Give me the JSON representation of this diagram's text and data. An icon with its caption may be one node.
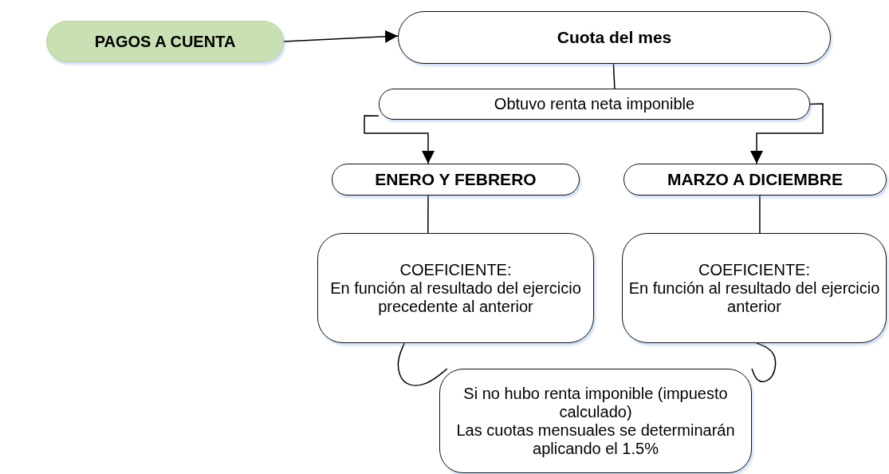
{
  "diagram": {
    "nodes": [
      {
        "text": [
          "PAGOS A CUENTA"
        ]
      },
      {
        "text": [
          "Cuota del mes"
        ]
      },
      {
        "text": [
          "Obtuvo renta neta imponible"
        ]
      },
      {
        "text": [
          "ENERO Y FEBRERO"
        ]
      },
      {
        "text": [
          "MARZO A DICIEMBRE"
        ]
      },
      {
        "text": [
          "COEFICIENTE:",
          "En función al resultado del ejercicio precedente al anterior"
        ]
      },
      {
        "text": [
          "COEFICIENTE:",
          "En función al resultado del ejercicio anterior"
        ]
      },
      {
        "text": [
          "Si no hubo renta imponible (impuesto calculado)",
          "Las cuotas mensuales se determinarán aplicando el 1.5%"
        ]
      }
    ],
    "edges": [
      {
        "from": 0,
        "to": 1,
        "arrow": "to"
      },
      {
        "from": 1,
        "to": 2,
        "arrow": "none"
      },
      {
        "from": 2,
        "to": 3,
        "arrow": "to"
      },
      {
        "from": 2,
        "to": 4,
        "arrow": "to"
      },
      {
        "from": 3,
        "to": 5,
        "arrow": "none"
      },
      {
        "from": 4,
        "to": 6,
        "arrow": "none"
      },
      {
        "from": 5,
        "to": 7,
        "arrow": "none"
      },
      {
        "from": 6,
        "to": 7,
        "arrow": "none"
      }
    ]
  }
}
